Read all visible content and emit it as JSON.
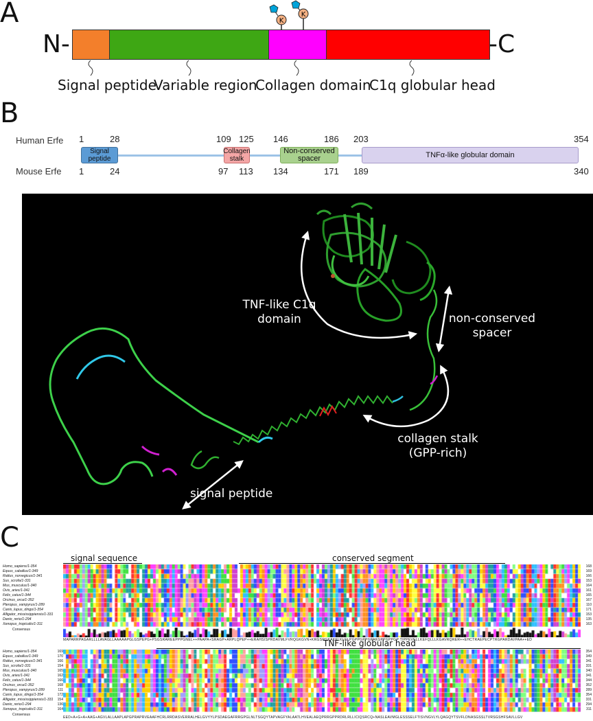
{
  "panel_a": {
    "letter": "A",
    "n_terminus": "N-",
    "c_terminus": "-C",
    "modification_residue": "K",
    "domains": [
      {
        "label": "Signal peptide",
        "color": "#F37F2B"
      },
      {
        "label": "Variable region",
        "color": "#3EA714"
      },
      {
        "label": "Collagen domain",
        "color": "#FF00FF"
      },
      {
        "label": "C1q globular head",
        "color": "#FF0000"
      }
    ]
  },
  "panel_b": {
    "letter": "B",
    "human_label": "Human Erfe",
    "mouse_label": "Mouse Erfe",
    "human_numbers": [
      "1",
      "28",
      "109",
      "125",
      "146",
      "186",
      "203",
      "354"
    ],
    "mouse_numbers": [
      "1",
      "24",
      "97",
      "113",
      "134",
      "171",
      "189",
      "340"
    ],
    "boxes": [
      {
        "label": "Signal peptide",
        "color": "#5B9BD5"
      },
      {
        "label": "Collagen stalk",
        "color": "#F4A6A6"
      },
      {
        "label": "Non-conserved spacer",
        "color": "#A9D18E"
      },
      {
        "label": "TNFα-like globular domain",
        "color": "#D9D2EE"
      }
    ]
  },
  "structure": {
    "tnf_label": "TNF-like C1q domain",
    "spacer_label": "non-conserved spacer",
    "collagen_label": "collagen stalk (GPP-rich)",
    "signal_label": "signal peptide"
  },
  "panel_c": {
    "letter": "C",
    "signal_sequence": "signal sequence",
    "conserved_segment": "conserved segment",
    "tnf_head": "TNF-like globular head",
    "consensus_label": "Consensus",
    "block1": {
      "species": [
        "Homo_sapiens/1-354",
        "Equus_caballus/1-349",
        "Rattus_norvegicus/1-341",
        "Sus_scrofa/1-331",
        "Mus_musculus/1-340",
        "Ovis_aries/1-341",
        "Felis_catus/1-344",
        "Orcinus_orca/1-352",
        "Pteropus_vampyrus/1-289",
        "Canis_lupus_dingo/1-354",
        "Alligator_mississippiensis/1-331",
        "Danio_rerio/1-294",
        "Xenopus_tropicalis/1-311"
      ],
      "end_numbers": [
        "168",
        "169",
        "166",
        "153",
        "164",
        "161",
        "165",
        "167",
        "110",
        "171",
        "153",
        "135",
        "163"
      ],
      "consensus_sequence": "MAPARRPAGARLLLLAVAGLLAAAAAPGLGSPEPG+PSGSRAREEPPPGNEL++PAAPA+SRAGP+ARPLQPEP++ERAHSISPRDAVMLFVRQGKGVN+KRGSRGKAKKLKLGLPGPPGPPGPAKGPPGPPGP TIPPEVELLKEFQLLLKGAVRQRER++EHCTRAEPECPTRGPARDAVPAA++ED"
    },
    "block2": {
      "species": [
        "Homo_sapiens/1-354",
        "Equus_caballus/1-349",
        "Rattus_norvegicus/1-341",
        "Sus_scrofa/1-331",
        "Mus_musculus/1-340",
        "Ovis_aries/1-341",
        "Felis_catus/1-344",
        "Orcinus_orca/1-352",
        "Pteropus_vampyrus/1-289",
        "Canis_lupus_dingo/1-354",
        "Alligator_mississippiensis/1-331",
        "Danio_rerio/1-294",
        "Xenopus_tropicalis/1-311"
      ],
      "start_numbers": [
        "169",
        "170",
        "166",
        "154",
        "165",
        "162",
        "166",
        "168",
        "111",
        "172",
        "154",
        "136",
        "164"
      ],
      "end_numbers": [
        "354",
        "349",
        "341",
        "331",
        "340",
        "341",
        "344",
        "352",
        "289",
        "354",
        "331",
        "294",
        "311"
      ],
      "consensus_sequence": "EED+A+G+A+AAG+AGVLALLAAPLAPGPRAPRVEAAFHCRLRRDASVERRALHELGVYYLPSDAEGAFRRGPGLNLTSGQYTAPVAGFYALAATLHVEALAEQPRRGPPRDRLRLLICIQSRCQ+NASLEAVMGLESSSELFTISVNGVLYLQAGQYTSVFLDNASGSSLTVRSGSHFSAVLLGV"
    }
  }
}
